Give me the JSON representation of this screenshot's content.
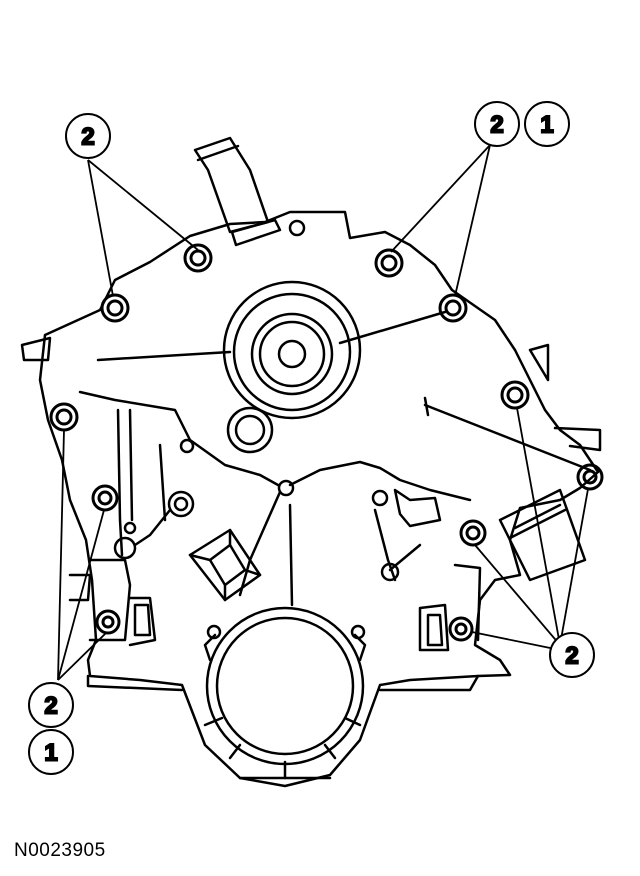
{
  "figure_id": "N0023905",
  "callouts": [
    {
      "id": "callout-top-left-2",
      "label": "2"
    },
    {
      "id": "callout-top-right-2",
      "label": "2"
    },
    {
      "id": "callout-top-right-1",
      "label": "1"
    },
    {
      "id": "callout-bottom-left-2",
      "label": "2"
    },
    {
      "id": "callout-bottom-left-1",
      "label": "1"
    },
    {
      "id": "callout-bottom-right-2",
      "label": "2"
    }
  ],
  "colors": {
    "line": "#000000",
    "background": "#ffffff"
  }
}
